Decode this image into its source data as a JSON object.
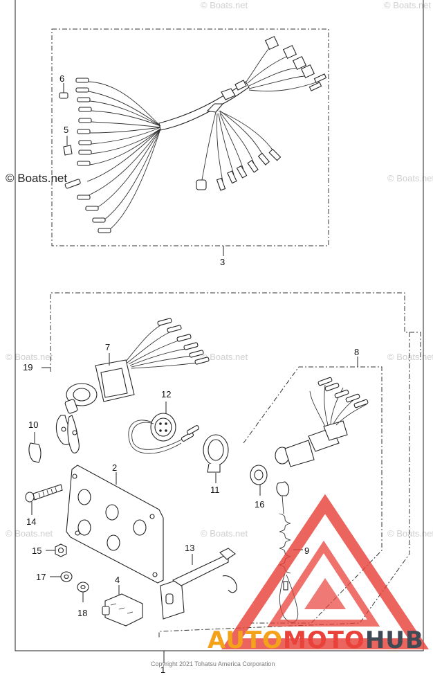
{
  "watermark": {
    "text": "© Boats.net"
  },
  "callouts": {
    "c1": "1",
    "c2": "2",
    "c3": "3",
    "c4": "4",
    "c5": "5",
    "c6": "6",
    "c7": "7",
    "c8": "8",
    "c9": "9",
    "c10": "10",
    "c11": "11",
    "c12": "12",
    "c13": "13",
    "c14": "14",
    "c15": "15",
    "c16": "16",
    "c17": "17",
    "c18": "18",
    "c19": "19"
  },
  "footer": {
    "copyright": "Copyright 2021 Tohatsu America Corporation"
  },
  "brand": {
    "part_a": "AUTO",
    "part_b": "MOTO",
    "part_c": "HUB"
  },
  "colors": {
    "brand_orange": "#f4a21a",
    "brand_red": "#e8423b",
    "brand_dark": "#3f4a54",
    "line": "#222222"
  }
}
